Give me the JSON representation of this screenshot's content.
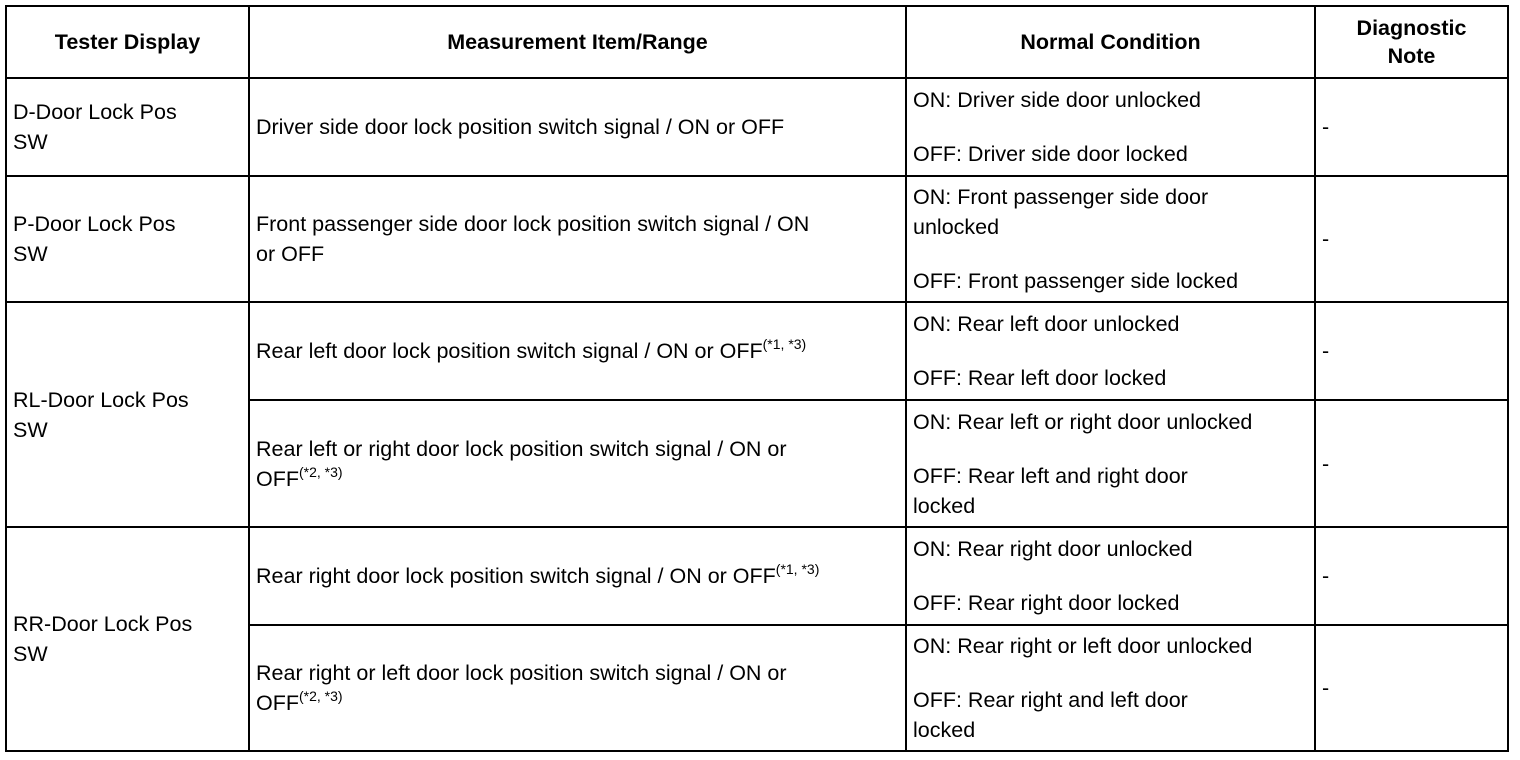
{
  "headers": {
    "tester_display": "Tester Display",
    "measurement": "Measurement Item/Range",
    "normal_condition": "Normal Condition",
    "diagnostic_note_line1": "Diagnostic",
    "diagnostic_note_line2": "Note"
  },
  "rows": [
    {
      "display_line1": "D-Door Lock Pos",
      "display_line2": "SW",
      "measurement": "Driver side door lock position switch signal / ON or OFF",
      "on": "ON: Driver side door unlocked",
      "off": "OFF: Driver side door locked",
      "note": "-"
    },
    {
      "display_line1": "P-Door Lock Pos",
      "display_line2": "SW",
      "measurement_line1": "Front passenger side door lock position switch signal / ON",
      "measurement_line2": "or OFF",
      "on_line1": "ON: Front passenger side door",
      "on_line2": "unlocked",
      "off": "OFF: Front passenger side locked",
      "note": "-"
    },
    {
      "display_line1": "RL-Door Lock Pos",
      "display_line2": "SW",
      "sub_a": {
        "measurement": "Rear left door lock position switch signal / ON or OFF",
        "sup": "(*1, *3)",
        "on": "ON: Rear left door unlocked",
        "off": "OFF: Rear left door locked",
        "note": "-"
      },
      "sub_b": {
        "measurement_line1": "Rear left or right door lock position switch signal / ON or",
        "measurement_line2": "OFF",
        "sup": "(*2, *3)",
        "on": "ON: Rear left or right door unlocked",
        "off_line1": "OFF: Rear left and right door",
        "off_line2": "locked",
        "note": "-"
      }
    },
    {
      "display_line1": "RR-Door Lock Pos",
      "display_line2": "SW",
      "sub_a": {
        "measurement": "Rear right door lock position switch signal / ON or OFF",
        "sup": "(*1, *3)",
        "on": "ON: Rear right door unlocked",
        "off": "OFF: Rear right door locked",
        "note": "-"
      },
      "sub_b": {
        "measurement_line1": "Rear right or left door lock position switch signal / ON or",
        "measurement_line2": "OFF",
        "sup": "(*2, *3)",
        "on": "ON: Rear right or left door unlocked",
        "off_line1": "OFF: Rear right and left door",
        "off_line2": "locked",
        "note": "-"
      }
    }
  ]
}
